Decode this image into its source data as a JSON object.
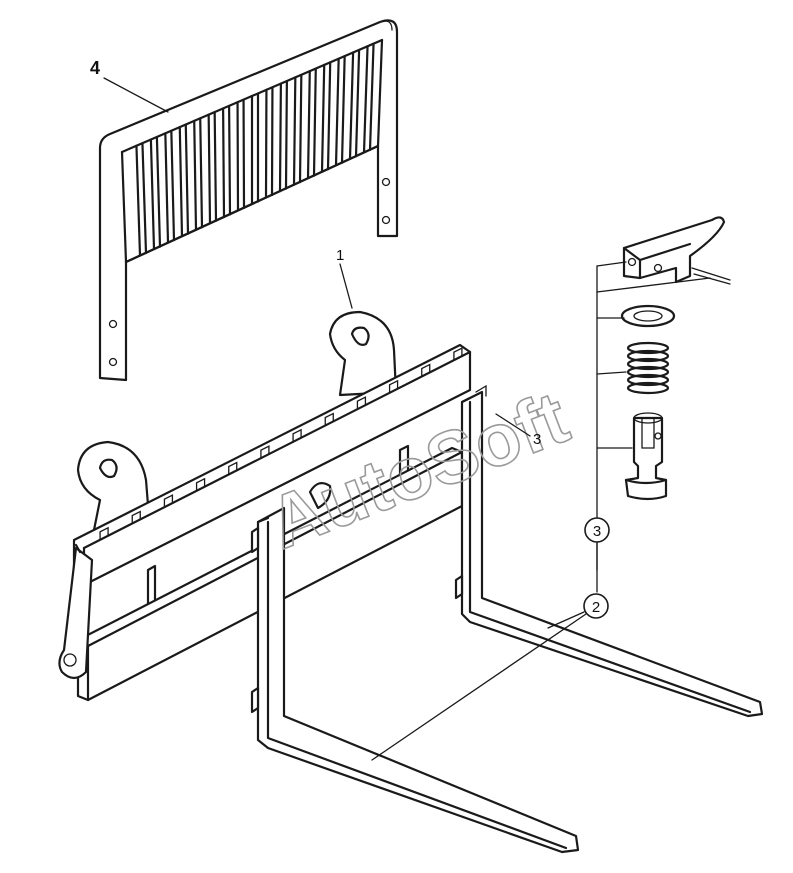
{
  "callouts": {
    "guard": "4",
    "carriage": "1",
    "fork_pin_top": "3",
    "fork_pin_circled": "3",
    "fork_circled": "2"
  },
  "watermark": "AutoSoft",
  "colors": {
    "line": "#1a1a1a",
    "watermark": "#9a9a9a",
    "background": "#ffffff"
  }
}
